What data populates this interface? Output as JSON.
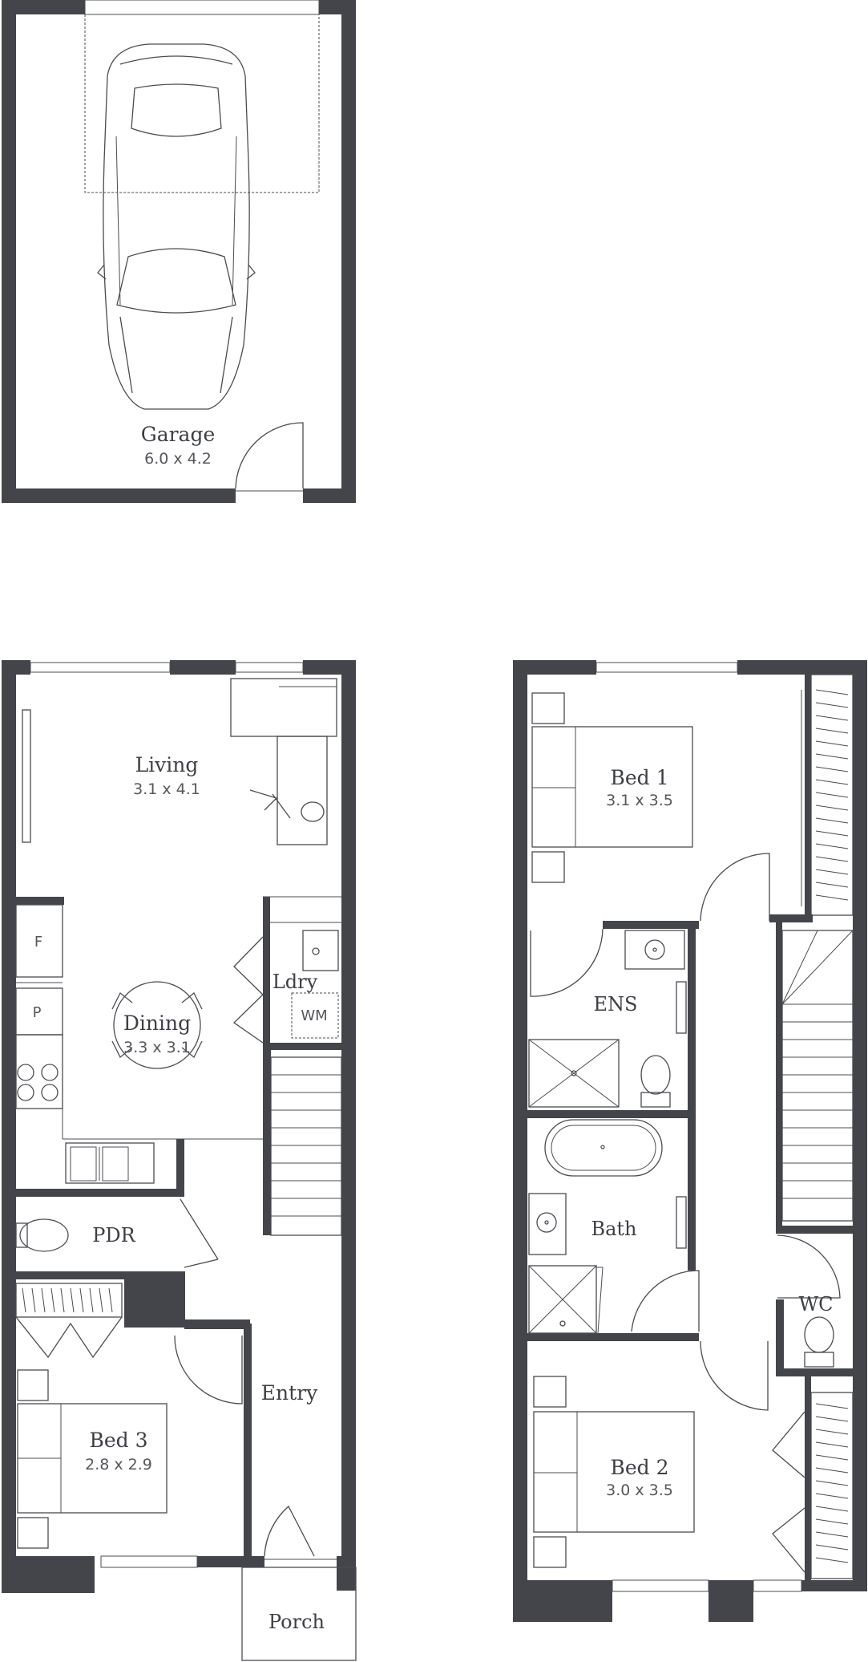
{
  "rooms": {
    "garage": {
      "name": "Garage",
      "size": "6.0 x 4.2"
    },
    "living": {
      "name": "Living",
      "size": "3.1 x 4.1"
    },
    "dining": {
      "name": "Dining",
      "size": "3.3 x 3.1"
    },
    "laundry": {
      "name": "Ldry"
    },
    "washer": {
      "name": "WM"
    },
    "fridge": {
      "name": "F"
    },
    "pantry": {
      "name": "P"
    },
    "powder": {
      "name": "PDR"
    },
    "entry": {
      "name": "Entry"
    },
    "porch": {
      "name": "Porch"
    },
    "bed3": {
      "name": "Bed 3",
      "size": "2.8 x 2.9"
    },
    "bed1": {
      "name": "Bed 1",
      "size": "3.1 x 3.5"
    },
    "ensuite": {
      "name": "ENS"
    },
    "bath": {
      "name": "Bath"
    },
    "wc": {
      "name": "WC"
    },
    "bed2": {
      "name": "Bed 2",
      "size": "3.0 x 3.5"
    }
  },
  "colors": {
    "wall": "#43454b",
    "line": "#4a4c52",
    "text": "#3d3f45"
  }
}
